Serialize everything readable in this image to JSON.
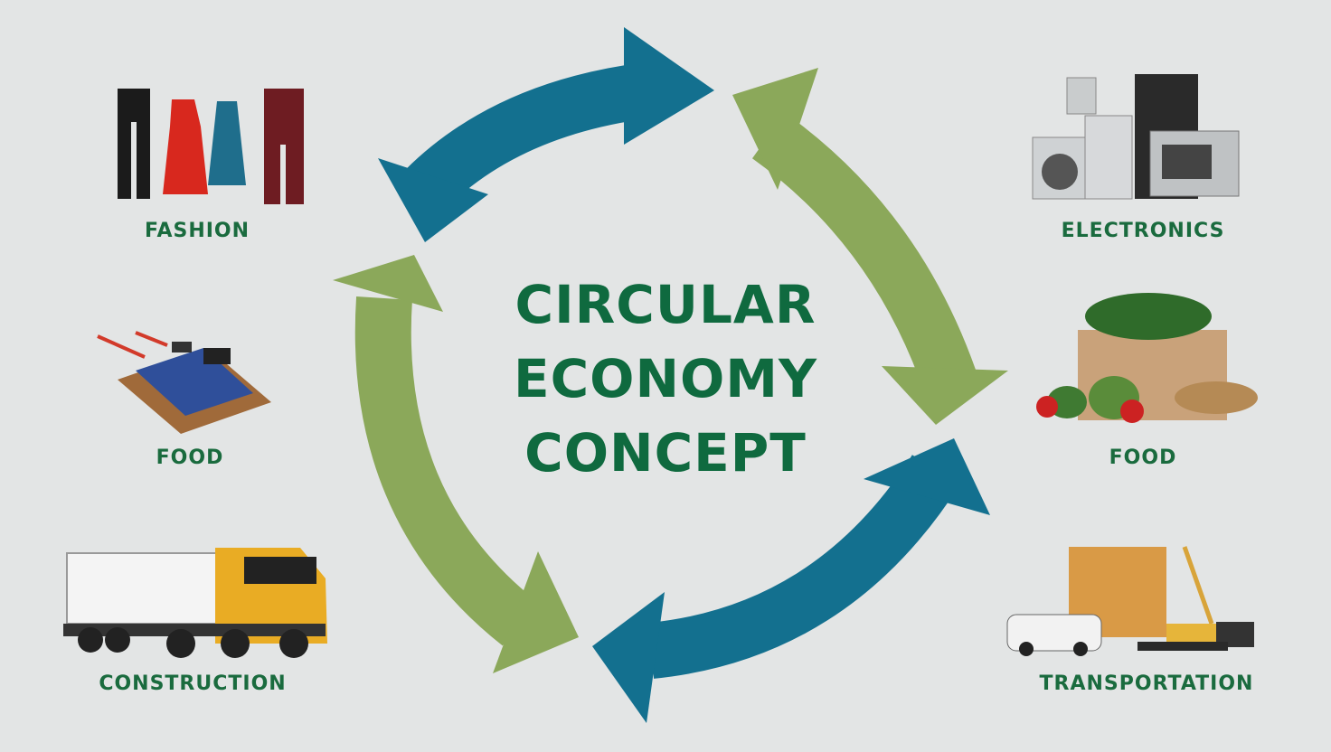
{
  "title": {
    "line1": "CIRCULAR",
    "line2": "ECONOMY",
    "line3": "CONCEPT"
  },
  "sectors": {
    "fashion": {
      "label": "FASHION",
      "icon": "clothing-icon"
    },
    "food_left": {
      "label": "FOOD",
      "icon": "circuit-board-icon"
    },
    "construction": {
      "label": "CONSTRUCTION",
      "icon": "truck-icon"
    },
    "electronics": {
      "label": "ELECTRONICS",
      "icon": "appliances-icon"
    },
    "food_right": {
      "label": "FOOD",
      "icon": "groceries-icon"
    },
    "transportation": {
      "label": "TRANSPORTATION",
      "icon": "construction-site-icon"
    }
  },
  "colors": {
    "background": "#e3e5e5",
    "blue_arrow": "#13708f",
    "green_arrow": "#8ba85a",
    "text": "#0f6a3f"
  }
}
